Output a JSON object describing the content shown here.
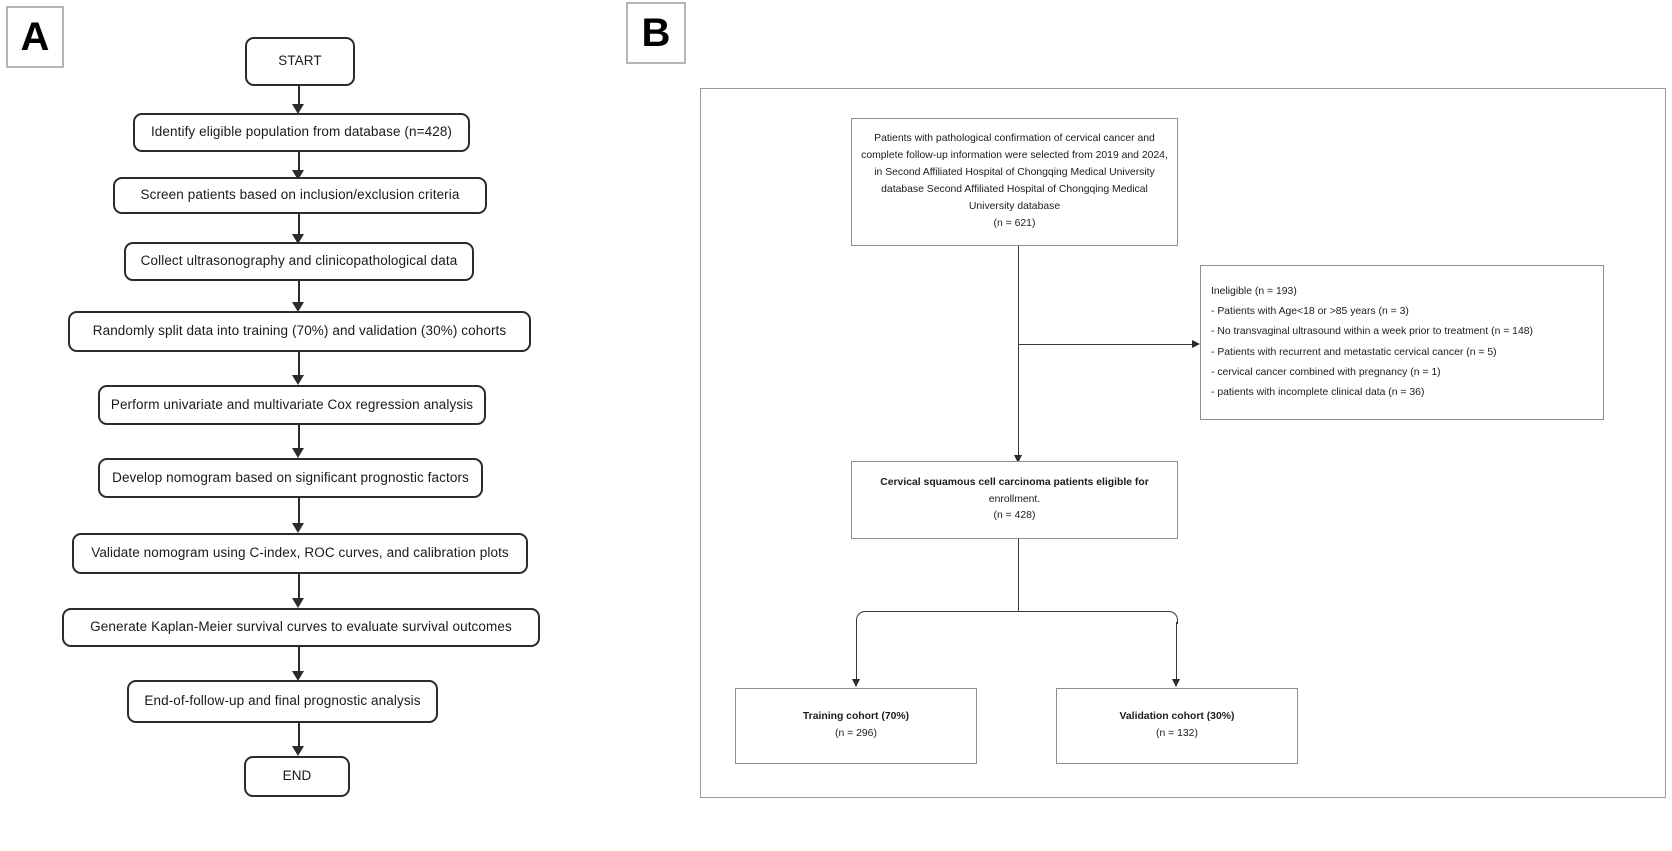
{
  "figure": {
    "panel_a_letter": "A",
    "panel_b_letter": "B"
  },
  "panel_a": {
    "title": "Study workflow flowchart",
    "nodes": [
      {
        "id": "start",
        "label": "START"
      },
      {
        "id": "identify",
        "label": "Identify eligible population from database (n=428)"
      },
      {
        "id": "screen",
        "label": "Screen patients based on inclusion/exclusion criteria"
      },
      {
        "id": "collect",
        "label": "Collect ultrasonography and clinicopathological data"
      },
      {
        "id": "split",
        "label": "Randomly split data into training (70%) and validation (30%) cohorts"
      },
      {
        "id": "cox",
        "label": "Perform univariate and multivariate Cox regression analysis"
      },
      {
        "id": "nomogram",
        "label": "Develop nomogram based on significant prognostic factors"
      },
      {
        "id": "validate",
        "label": "Validate nomogram using C-index, ROC curves, and calibration plots"
      },
      {
        "id": "km",
        "label": "Generate Kaplan-Meier survival curves to evaluate survival outcomes"
      },
      {
        "id": "endfollow",
        "label": "End-of-follow-up and final prognostic analysis"
      },
      {
        "id": "end",
        "label": "END"
      }
    ]
  },
  "panel_b": {
    "title": "Patient selection flow diagram",
    "source_box": {
      "lines": [
        "Patients with pathological confirmation of cervical cancer and",
        "complete follow-up information were selected from 2019 and 2024,",
        "in Second Affiliated Hospital of Chongqing Medical University",
        "database Second Affiliated Hospital of Chongqing Medical",
        "University database",
        "(n = 621)"
      ],
      "n": 621
    },
    "ineligible_box": {
      "lines": [
        "Ineligible (n = 193)",
        "- Patients with Age<18 or >85 years (n = 3)",
        "- No transvaginal ultrasound within a week prior to treatment (n = 148)",
        "- Patients with recurrent and metastatic cervical cancer (n = 5)",
        "- cervical cancer combined with pregnancy (n = 1)",
        "- patients with incomplete clinical data  (n = 36)"
      ],
      "n": 193
    },
    "eligible_box": {
      "lines": [
        "Cervical squamous cell carcinoma patients eligible for",
        "enrollment.",
        "(n = 428)"
      ],
      "n": 428
    },
    "training_box": {
      "lines": [
        "Training cohort (70%)",
        "(n = 296)"
      ],
      "n": 296
    },
    "validation_box": {
      "lines": [
        "Validation cohort (30%)",
        "(n = 132)"
      ],
      "n": 132
    }
  },
  "colors": {
    "box_border_a": "#2b2b2b",
    "box_border_b": "#8e8e8e",
    "frame_border": "#9a9a9a",
    "text": "#1a1a1a",
    "background": "#ffffff"
  }
}
